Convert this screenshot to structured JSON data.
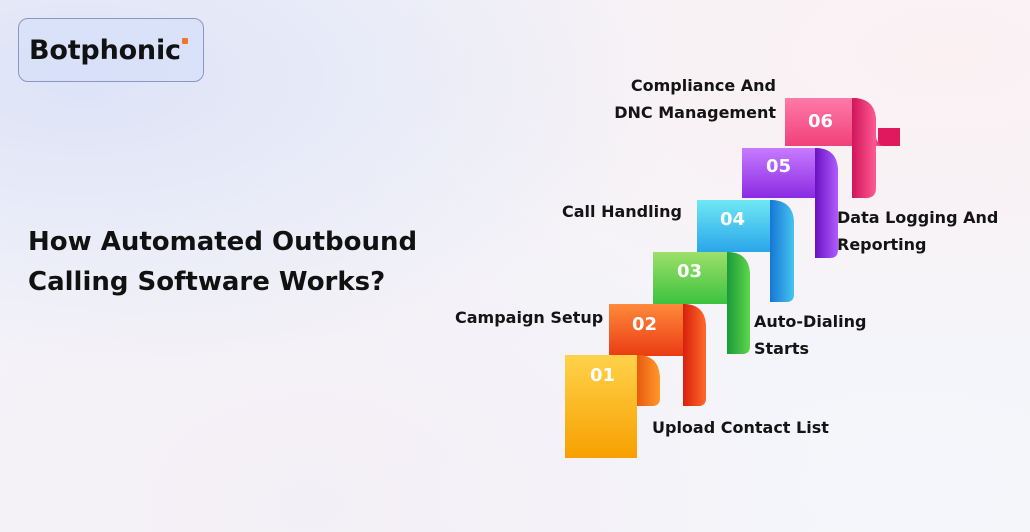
{
  "brand": {
    "logo_text": "Botphonic"
  },
  "title": {
    "line1": "How Automated Outbound",
    "line2": "Calling Software Works?"
  },
  "steps": [
    {
      "number": "01",
      "label": "Upload Contact List",
      "color_light": "#ffd24a",
      "color_dark": "#f7a000"
    },
    {
      "number": "02",
      "label": "Campaign Setup",
      "color_light": "#ff8a3c",
      "color_dark": "#ea3b12"
    },
    {
      "number": "03",
      "label_line1": "Auto-Dialing",
      "label_line2": "Starts",
      "color_light": "#9de06a",
      "color_dark": "#27b23a"
    },
    {
      "number": "04",
      "label": "Call Handling",
      "color_light": "#6ee8f3",
      "color_dark": "#1c8fe0"
    },
    {
      "number": "05",
      "label_line1": "Data Logging And",
      "label_line2": "Reporting",
      "color_light": "#c77bff",
      "color_dark": "#7b1fd1"
    },
    {
      "number": "06",
      "label_line1": "Compliance And",
      "label_line2": "DNC Management",
      "color_light": "#ff7aa8",
      "color_dark": "#e0195f"
    }
  ]
}
